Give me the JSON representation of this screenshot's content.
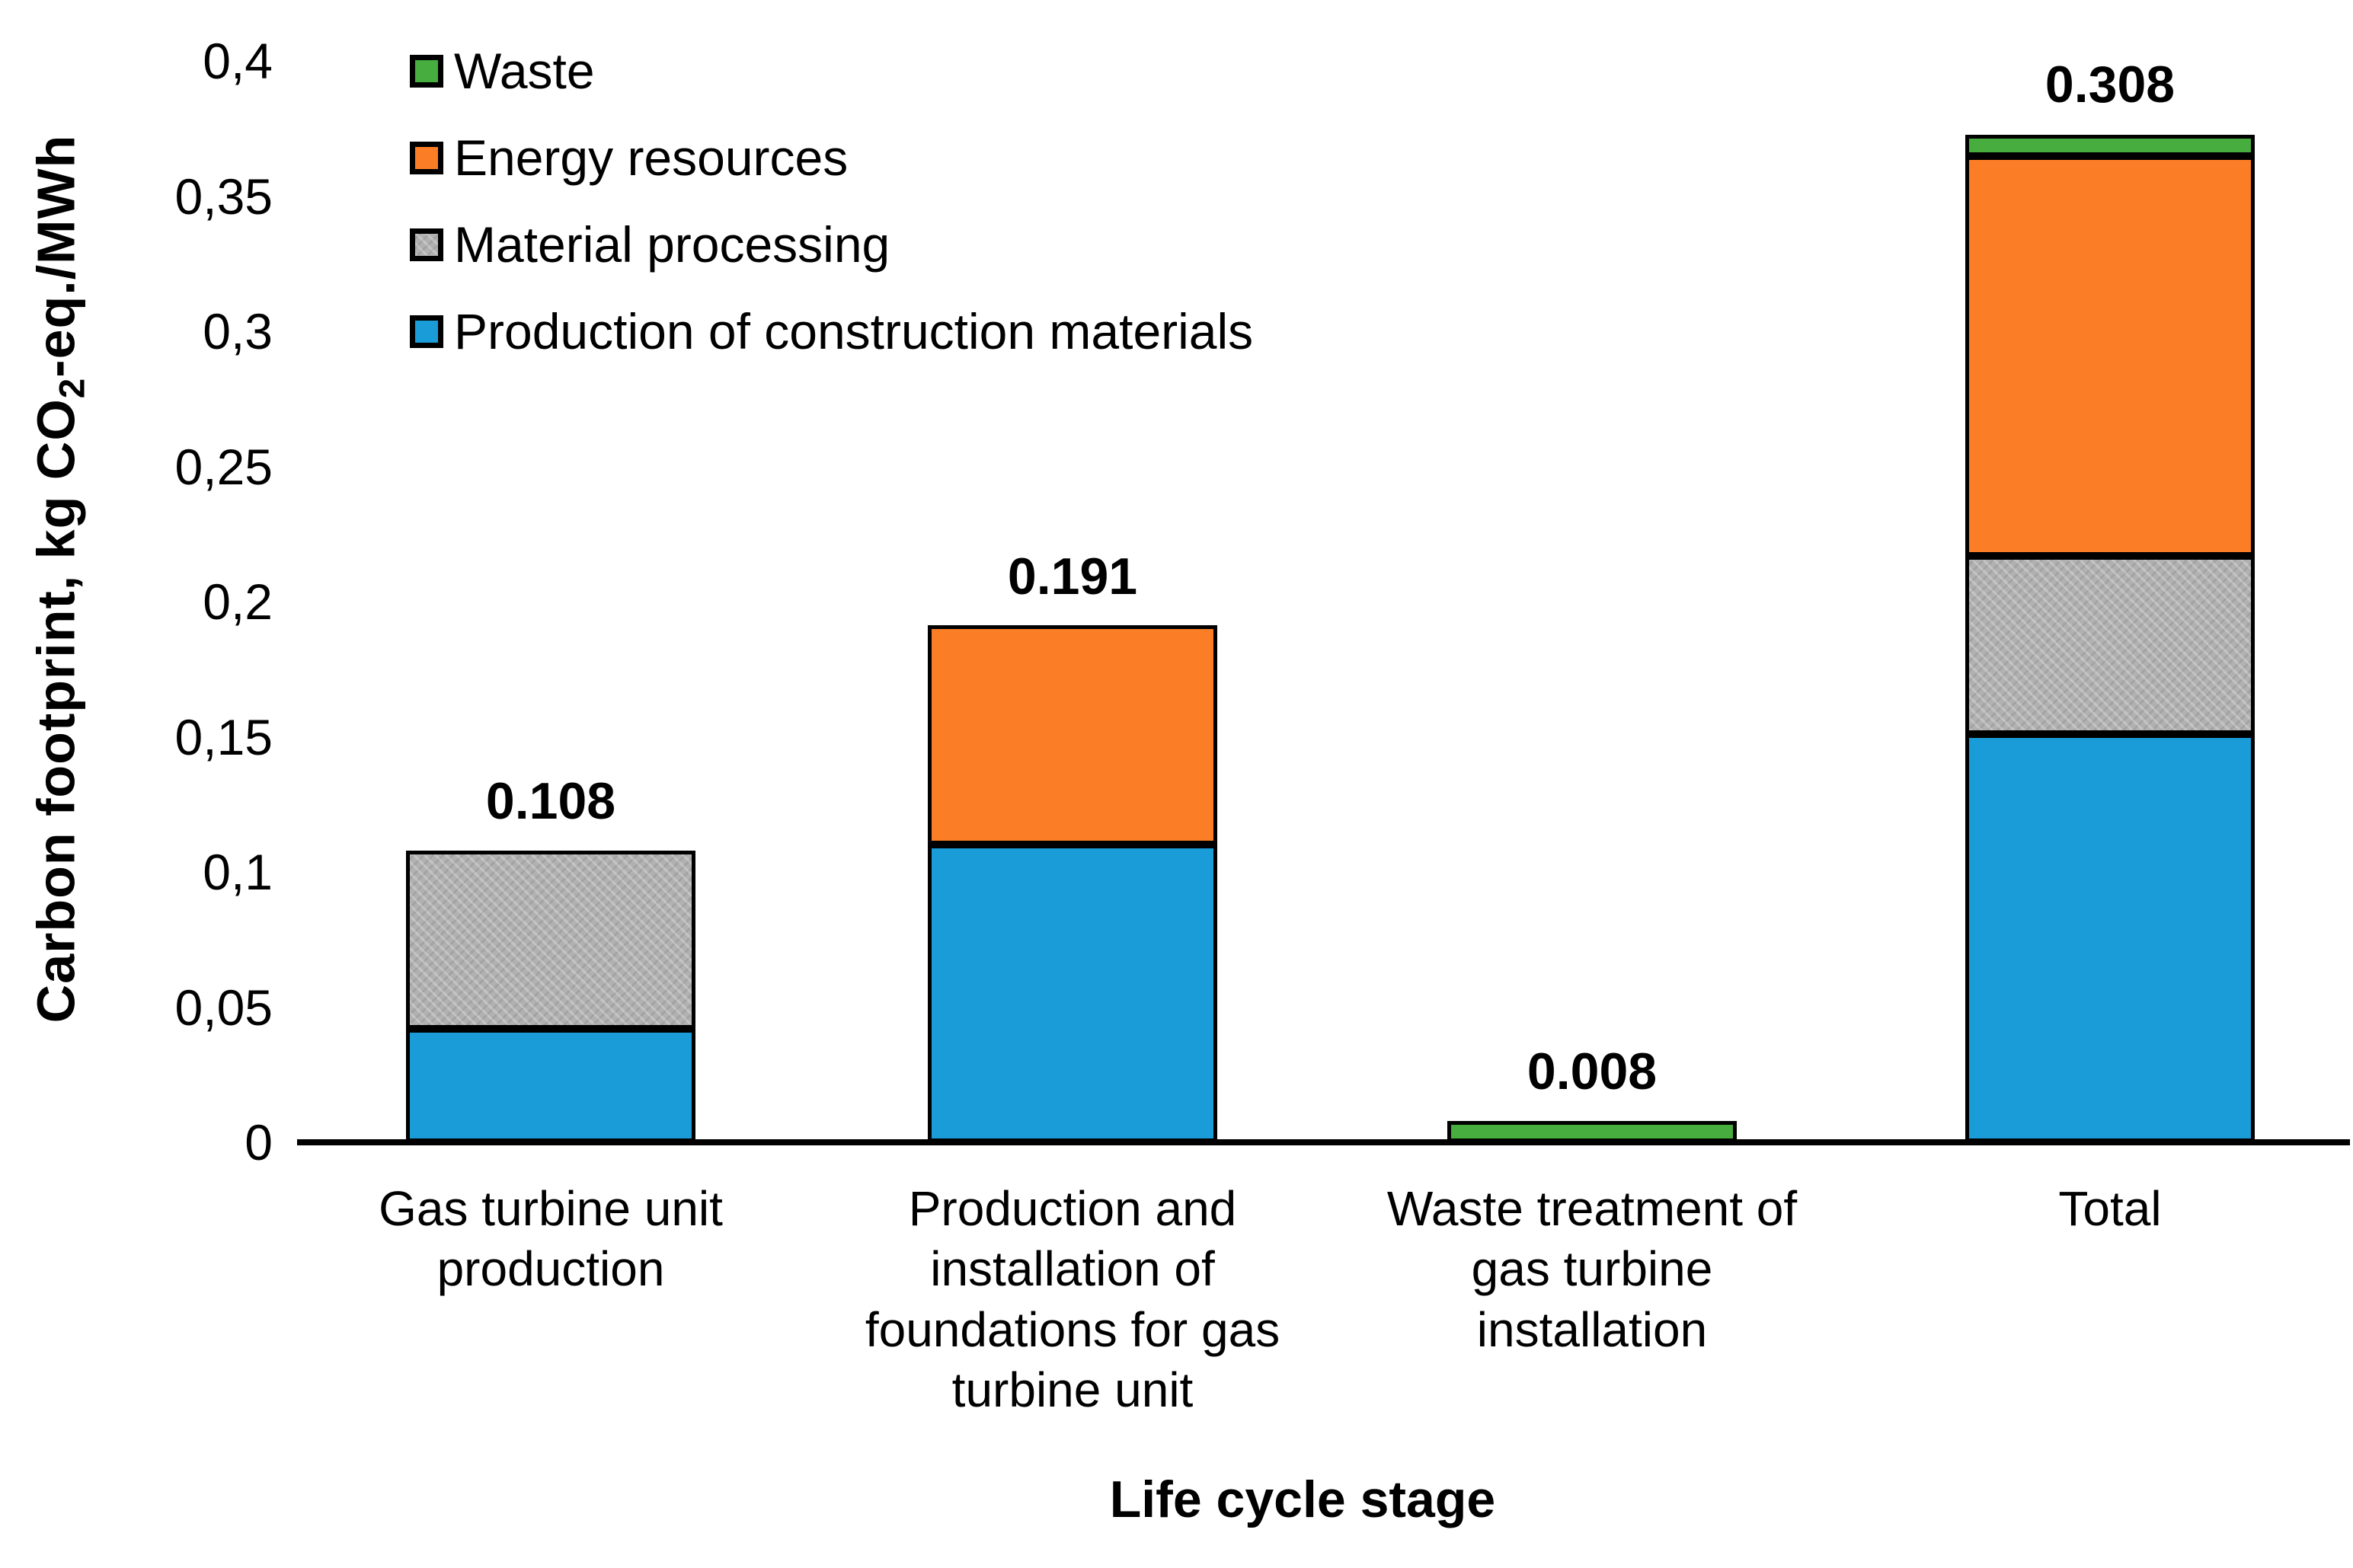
{
  "chart_data": {
    "type": "bar",
    "stacked": true,
    "title": "",
    "xlabel": "Life cycle stage",
    "ylabel": "Carbon footprint, kg CO2-eq./MWh",
    "ylabel_rich": {
      "prefix": "Carbon footprint, kg CO",
      "sub": "2",
      "suffix": "-eq./MWh"
    },
    "ylim": [
      0,
      0.4
    ],
    "grid": false,
    "legend_position": "top-left",
    "yticks": [
      {
        "value": 0,
        "label": "0"
      },
      {
        "value": 0.05,
        "label": "0,05"
      },
      {
        "value": 0.1,
        "label": "0,1"
      },
      {
        "value": 0.15,
        "label": "0,15"
      },
      {
        "value": 0.2,
        "label": "0,2"
      },
      {
        "value": 0.25,
        "label": "0,25"
      },
      {
        "value": 0.3,
        "label": "0,3"
      },
      {
        "value": 0.35,
        "label": "0,35"
      },
      {
        "value": 0.4,
        "label": "0,4"
      }
    ],
    "categories": [
      "Gas turbine unit production",
      "Production and installation of foundations for gas turbine unit",
      "Waste treatment of gas turbine installation",
      "Total"
    ],
    "category_display_lines": [
      [
        "Gas turbine unit",
        "production"
      ],
      [
        "Production and",
        "installation of",
        "foundations for gas",
        "turbine unit"
      ],
      [
        "Waste treatment of",
        "gas turbine",
        "installation"
      ],
      [
        "Total"
      ]
    ],
    "series": [
      {
        "name": "Production of construction materials",
        "key": "construction",
        "color": "#1a9cd8",
        "values": [
          0.042,
          0.11,
          0,
          0.151
        ]
      },
      {
        "name": "Material processing",
        "key": "processing",
        "color": "#b1b1b1",
        "values": [
          0.066,
          0,
          0,
          0.066
        ]
      },
      {
        "name": "Energy resources",
        "key": "energy",
        "color": "#fb7d25",
        "values": [
          0,
          0.081,
          0,
          0.148
        ]
      },
      {
        "name": "Waste",
        "key": "waste",
        "color": "#47ad3f",
        "values": [
          0,
          0,
          0.008,
          0.008
        ]
      }
    ],
    "bar_total_labels": [
      "0.108",
      "0.191",
      "0.008",
      "0.308"
    ],
    "legend_entries": [
      {
        "label": "Waste",
        "series_key": "waste"
      },
      {
        "label": "Energy resources",
        "series_key": "energy"
      },
      {
        "label": "Material processing",
        "series_key": "processing"
      },
      {
        "label": "Production of construction materials",
        "series_key": "construction"
      }
    ]
  },
  "colors": {
    "bar_border": "#000000",
    "axis_line": "#000000",
    "text": "#000000",
    "background": "#ffffff"
  }
}
